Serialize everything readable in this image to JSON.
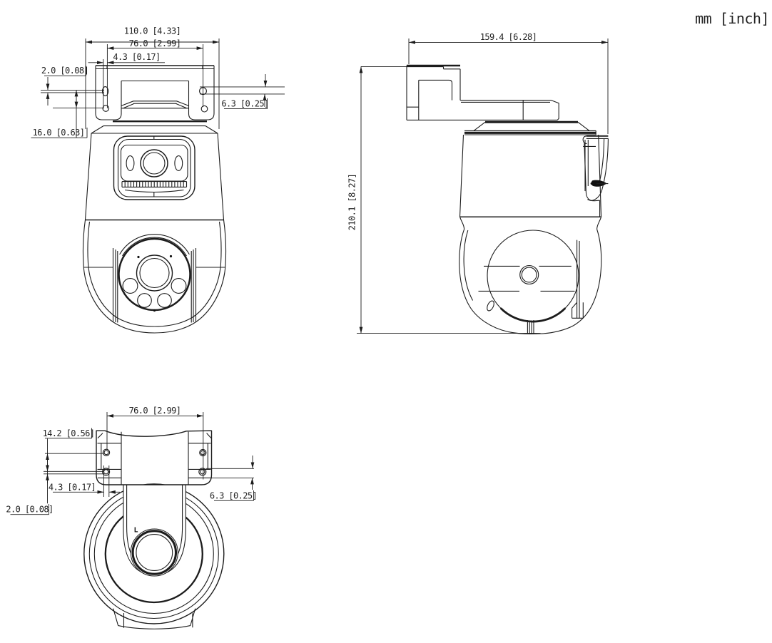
{
  "units_label": "mm [inch]",
  "views": {
    "front": {
      "dims": {
        "overall_width": "110.0 [4.33]",
        "mount_hole_spacing": "76.0 [2.99]",
        "hole_offset": "4.3 [0.17]",
        "plate_thickness": "2.0 [0.08]",
        "hole_row_spacing": "16.0 [0.63]",
        "hole_edge_distance": "6.3 [0.25]"
      }
    },
    "side": {
      "dims": {
        "overall_depth": "159.4 [6.28]",
        "overall_height": "210.1 [8.27]"
      }
    },
    "bottom": {
      "mold_marker": "L",
      "dims": {
        "mount_hole_spacing": "76.0 [2.99]",
        "hole_row_spacing": "14.2 [0.56]",
        "hole_offset": "4.3 [0.17]",
        "plate_thickness": "2.0 [0.08]",
        "hole_edge_distance": "6.3 [0.25]"
      }
    }
  }
}
